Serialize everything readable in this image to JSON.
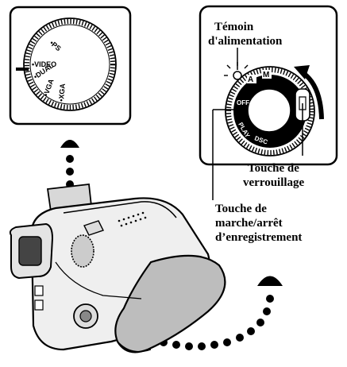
{
  "left_dial": {
    "labels": [
      "•PS",
      "•VIDEO",
      "•DUAL",
      "•VGA",
      "•XGA"
    ]
  },
  "right_dial": {
    "mode_a": "A",
    "mode_m": "M",
    "off_label": "OFF",
    "play_label": "PLAY",
    "dsc_label": "DSC"
  },
  "callouts": {
    "power_lamp": [
      "Témoin",
      "d'alimentation"
    ],
    "lock_button": [
      "Touche de",
      "verrouillage"
    ],
    "record_button": [
      "Touche de",
      "marche/arrêt",
      "d’enregistrement"
    ]
  }
}
